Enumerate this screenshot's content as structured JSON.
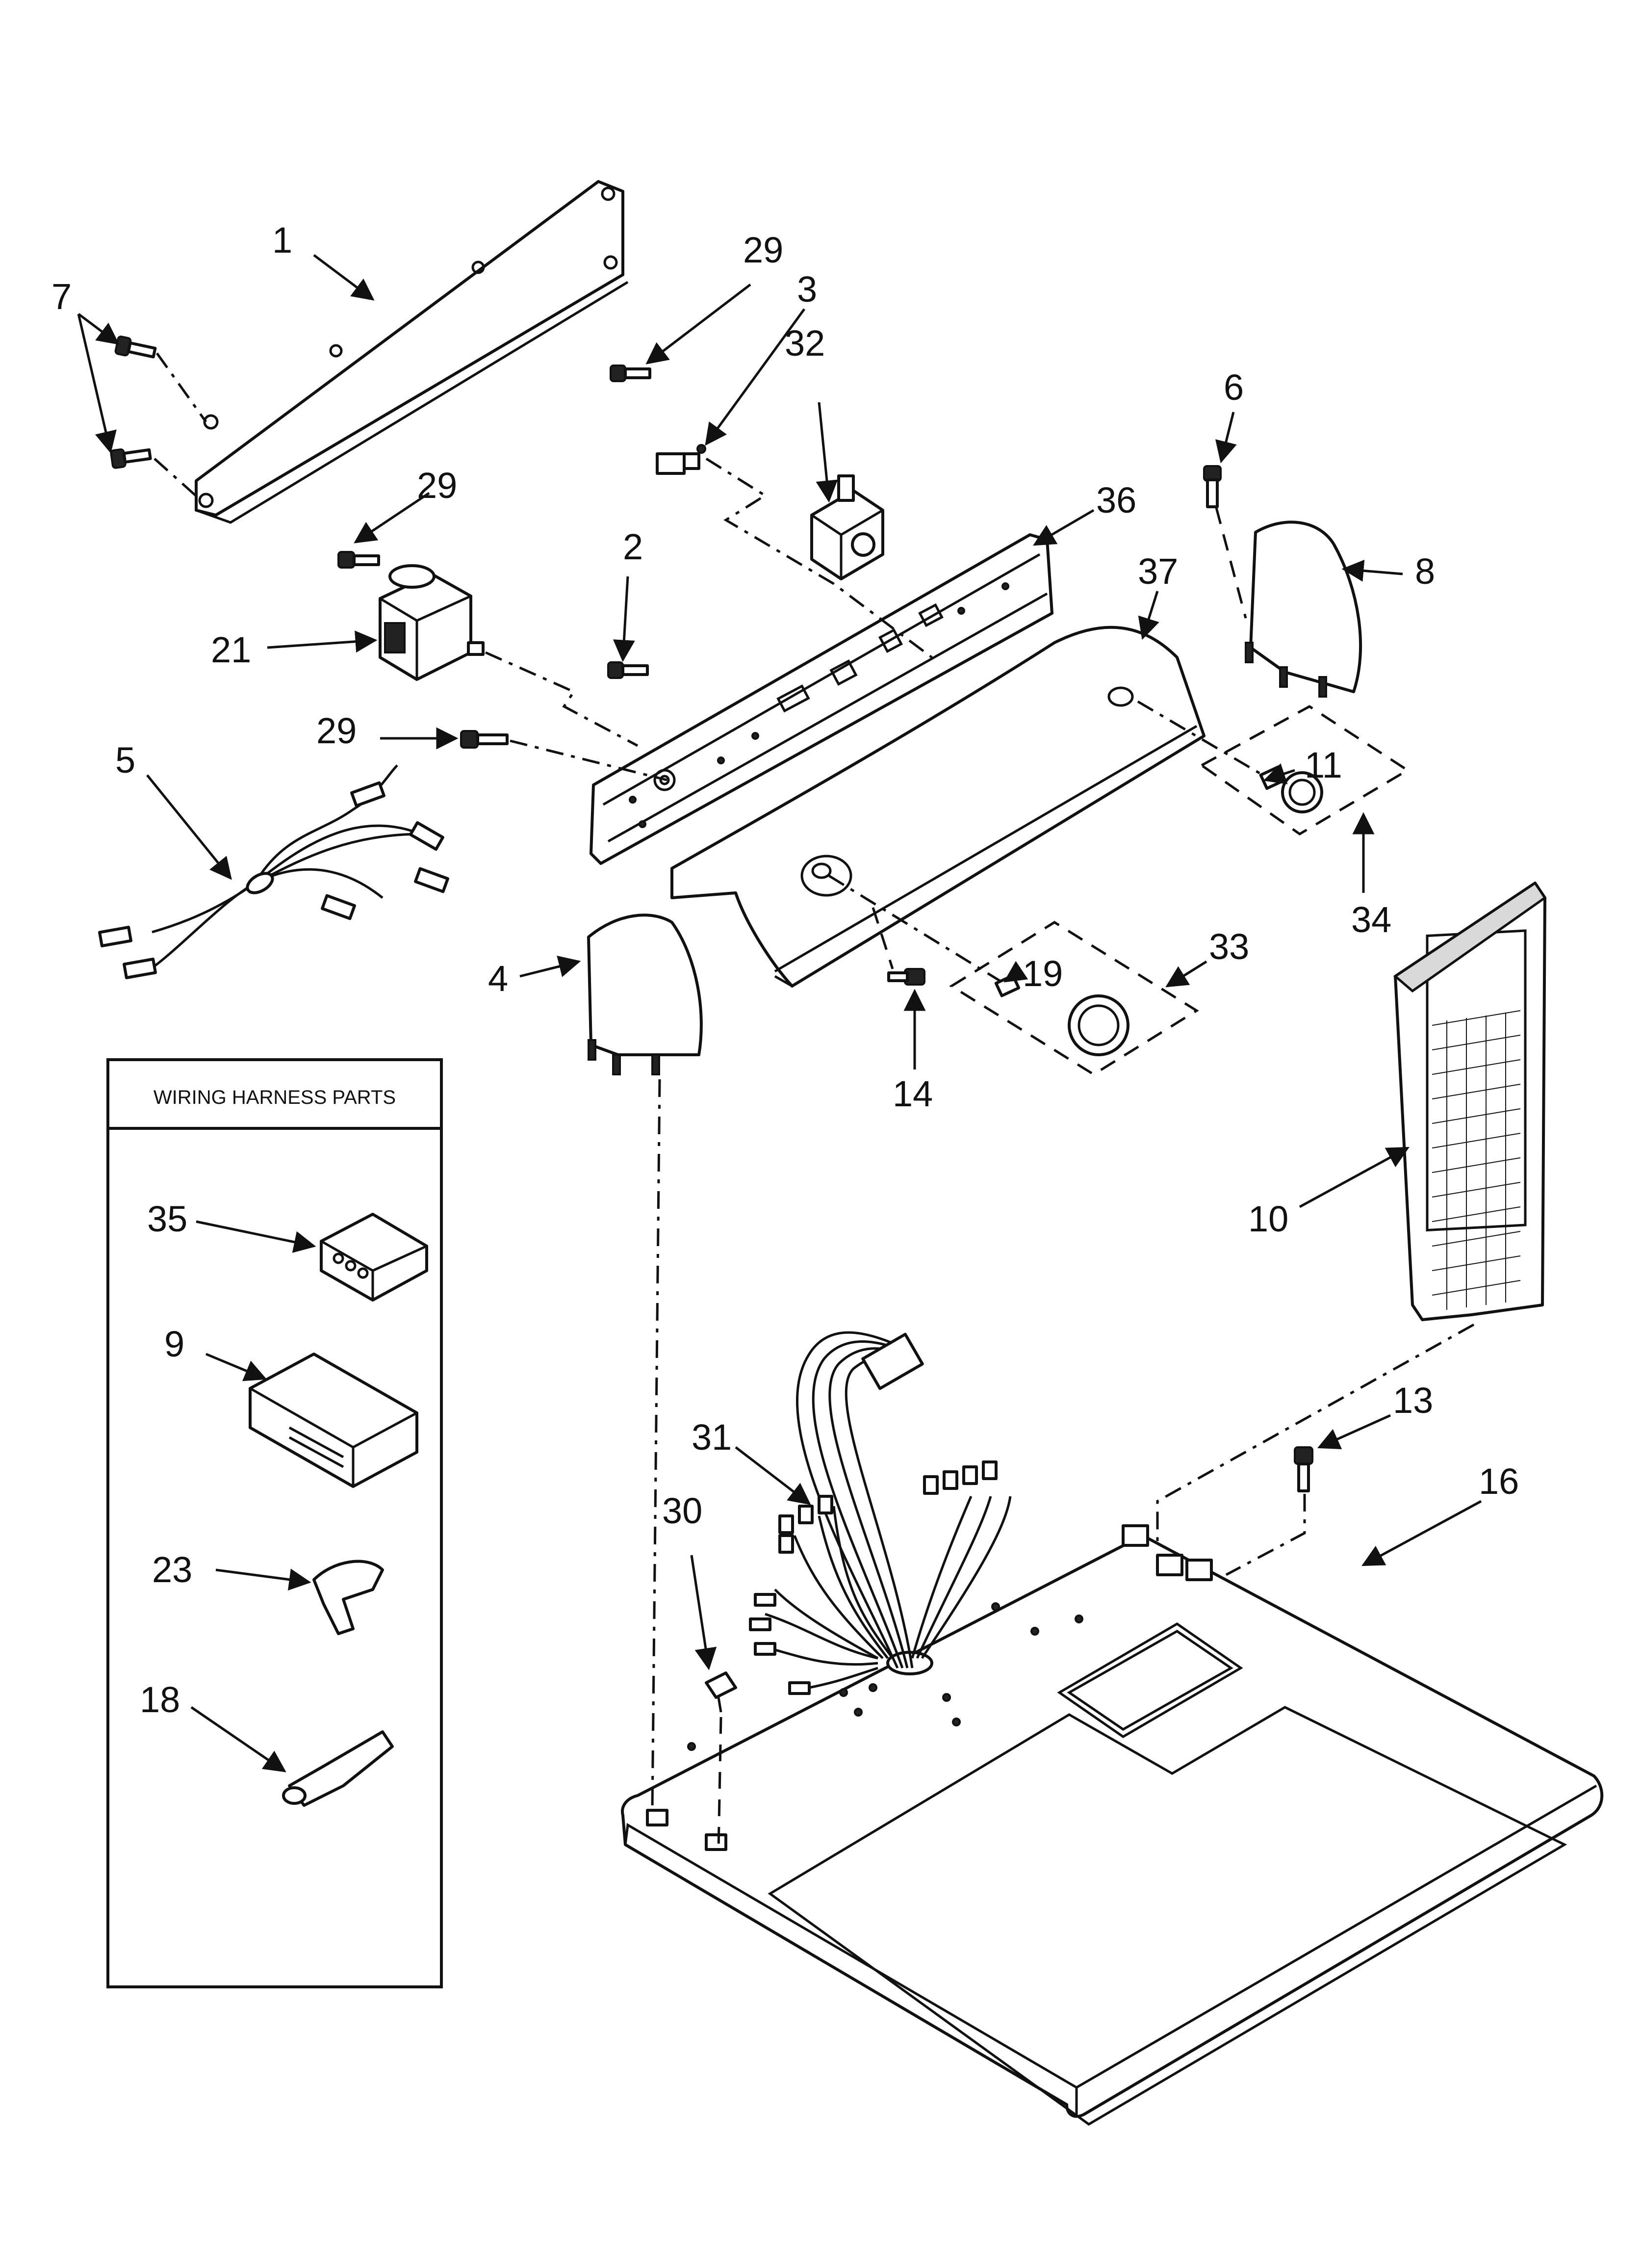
{
  "legend": {
    "title": "WIRING HARNESS PARTS"
  },
  "callouts": {
    "c1": "1",
    "c2": "2",
    "c3": "3",
    "c4": "4",
    "c5": "5",
    "c6": "6",
    "c7": "7",
    "c8": "8",
    "c9": "9",
    "c10": "10",
    "c11": "11",
    "c13": "13",
    "c14": "14",
    "c16": "16",
    "c18": "18",
    "c19": "19",
    "c21": "21",
    "c23": "23",
    "c29a": "29",
    "c29b": "29",
    "c29c": "29",
    "c30": "30",
    "c31": "31",
    "c32": "32",
    "c33": "33",
    "c34": "34",
    "c35": "35",
    "c36": "36",
    "c37": "37"
  }
}
